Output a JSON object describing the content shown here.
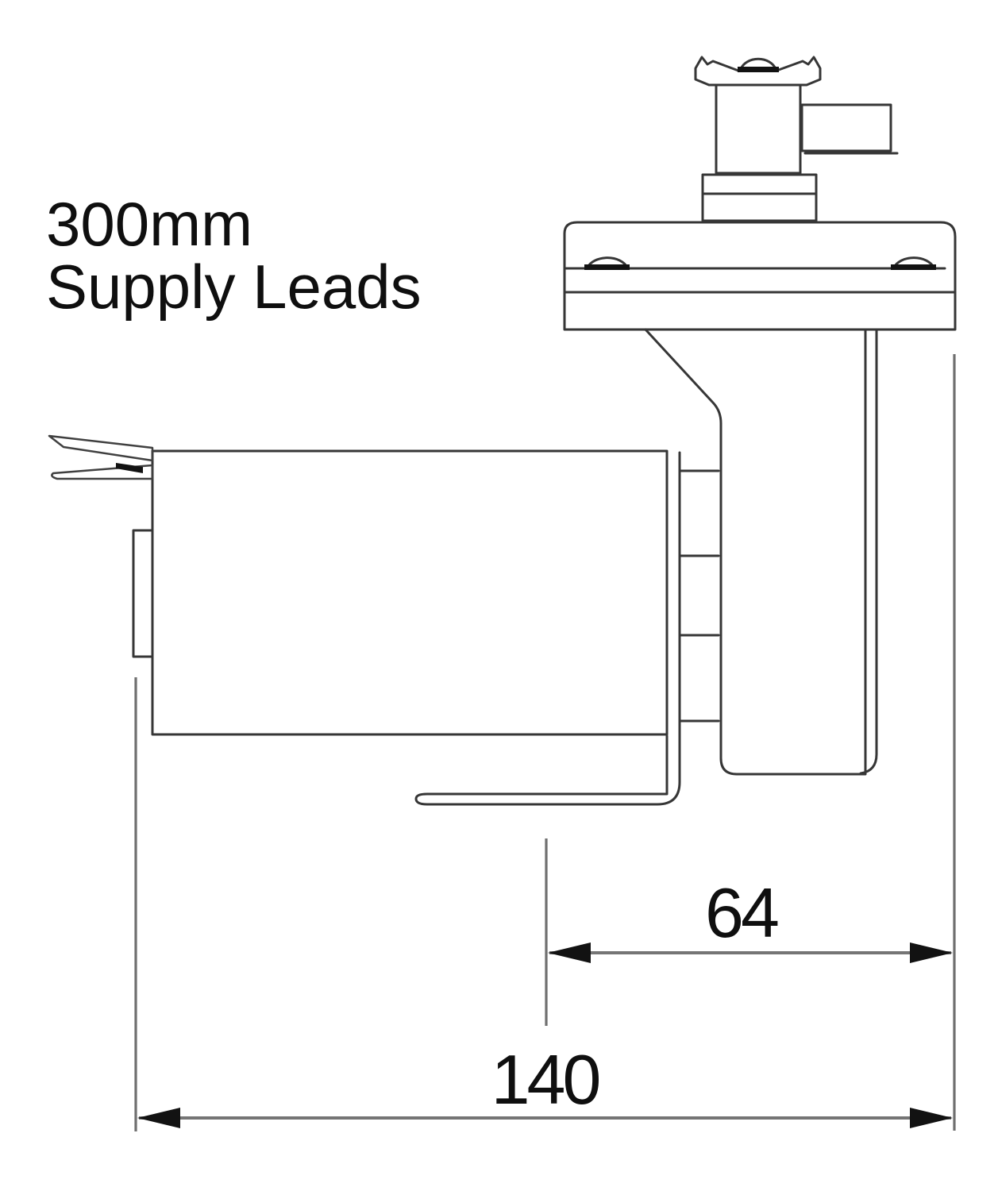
{
  "annotations": {
    "supply_leads": {
      "line1": "300mm",
      "line2": "Supply Leads"
    }
  },
  "dimensions": {
    "bracket_depth": {
      "value": "64"
    },
    "overall_length": {
      "value": "140"
    }
  },
  "parts": {
    "track_adapter": "track-adapter-head",
    "flange": "mounting-flange",
    "bracket": "support-bracket",
    "body": "gear-body",
    "leads": "supply-leads-wires"
  },
  "colors": {
    "background": "#ffffff",
    "outline": "#363636",
    "dimension_line": "#757575",
    "text": "#0f0f0f",
    "solid_fill": "#121212"
  }
}
